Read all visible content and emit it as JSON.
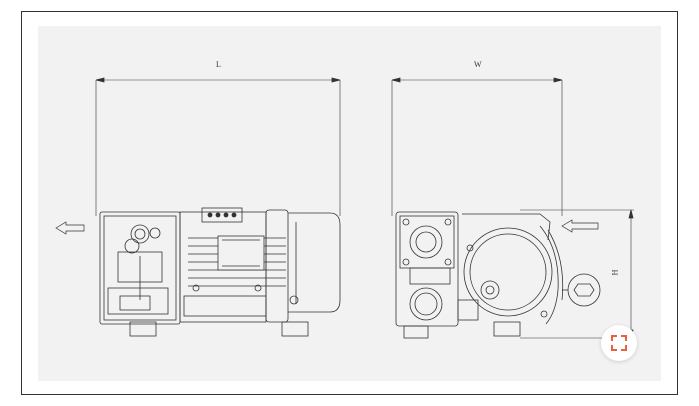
{
  "dimensions": {
    "length_label": "L",
    "width_label": "W",
    "height_label": "H"
  },
  "icons": {
    "fullscreen": "expand-icon",
    "airflow": "arrow-left-icon"
  },
  "colors": {
    "line": "#333333",
    "panel": "#f2f2f2",
    "accent": "#e8603c"
  }
}
